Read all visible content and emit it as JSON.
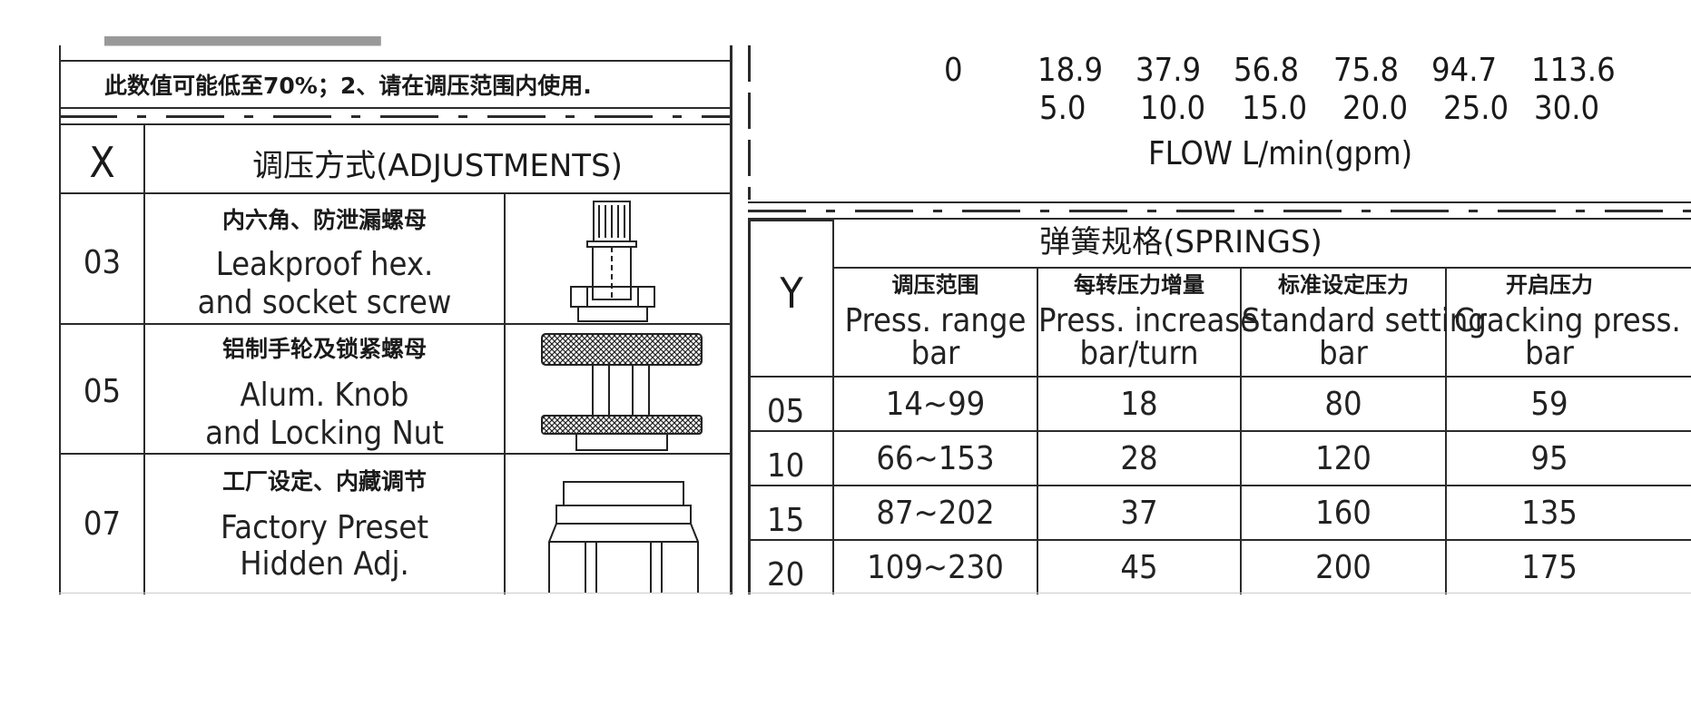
{
  "adjustments": {
    "note_line1": "此数值可能低至70%；2、请在调压范围内使用.",
    "x_label": "X",
    "title": "调压方式(ADJUSTMENTS)",
    "rows": [
      {
        "code": "03",
        "cn": "内六角、防泄漏螺母",
        "en1": "Leakproof hex.",
        "en2": "and socket screw"
      },
      {
        "code": "05",
        "cn": "铝制手轮及锁紧螺母",
        "en1": "Alum. Knob",
        "en2": "and Locking Nut"
      },
      {
        "code": "07",
        "cn": "工厂设定、内藏调节",
        "en1": "Factory Preset",
        "en2": "Hidden Adj."
      }
    ]
  },
  "flow_axis": {
    "lpm_ticks": [
      "0",
      "18.9",
      "37.9",
      "56.8",
      "75.8",
      "94.7",
      "113.6"
    ],
    "gpm_ticks": [
      "5.0",
      "10.0",
      "15.0",
      "20.0",
      "25.0",
      "30.0"
    ],
    "label": "FLOW L/min(gpm)"
  },
  "springs": {
    "y_label": "Y",
    "title": "弹簧规格(SPRINGS)",
    "headers": [
      {
        "cn": "调压范围",
        "en": "Press. range",
        "unit": "bar"
      },
      {
        "cn": "每转压力增量",
        "en": "Press. increase",
        "unit": "bar/turn"
      },
      {
        "cn": "标准设定压力",
        "en": "Standard setting",
        "unit": "bar"
      },
      {
        "cn": "开启压力",
        "en": "Cracking press.",
        "unit": "bar"
      }
    ],
    "rows": [
      {
        "y": "05",
        "range": "14~99",
        "increase": "18",
        "setting": "80",
        "cracking": "59"
      },
      {
        "y": "10",
        "range": "66~153",
        "increase": "28",
        "setting": "120",
        "cracking": "95"
      },
      {
        "y": "15",
        "range": "87~202",
        "increase": "37",
        "setting": "160",
        "cracking": "135"
      },
      {
        "y": "20",
        "range": "109~230",
        "increase": "45",
        "setting": "200",
        "cracking": "175"
      }
    ]
  }
}
